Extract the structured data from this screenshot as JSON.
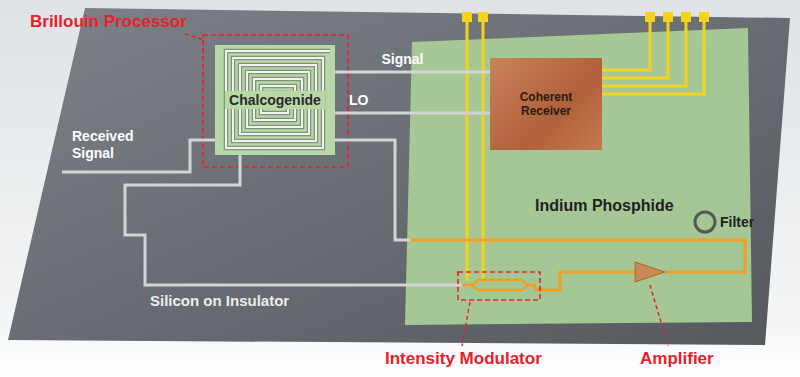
{
  "diagram": {
    "nodes": [
      {
        "text": [
          "Silicon on Insulator"
        ]
      },
      {
        "text": [
          "Chalcogenide"
        ],
        "in": 0
      },
      {
        "text": [
          "Indium Phosphide"
        ],
        "in": 0
      },
      {
        "text": [
          "Coherent Receiver"
        ],
        "in": 2
      }
    ],
    "edges": [
      {
        "from": 1,
        "to": 3,
        "label": "Signal",
        "arrow": "none"
      },
      {
        "from": 1,
        "to": 3,
        "label": "LO",
        "arrow": "none"
      }
    ],
    "labels": [
      "Brillouin Processor",
      "Received Signal",
      "Filter",
      "Intensity Modulator",
      "Amplifier"
    ]
  }
}
